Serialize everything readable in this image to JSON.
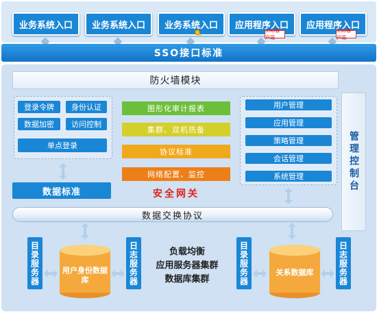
{
  "entries": [
    {
      "label": "业务系统入口"
    },
    {
      "label": "业务系统入口"
    },
    {
      "label": "业务系统入口"
    },
    {
      "label": "应用程序入口",
      "badge": "SSO客户端"
    },
    {
      "label": "应用程序入口",
      "badge": "SSO客户端"
    }
  ],
  "sso_bar": "SSO接口标准",
  "firewall": "防火墙模块",
  "management": "管理控制台",
  "auth": {
    "items": [
      "登录令牌",
      "身份认证",
      "数据加密",
      "访问控制"
    ],
    "single_login": "单点登录"
  },
  "gateway": {
    "items": [
      {
        "label": "图形化审计报表",
        "color": "#6cbf3a"
      },
      {
        "label": "集群、双机热备",
        "color": "#d5cf2a"
      },
      {
        "label": "协议标准",
        "color": "#f2a81d"
      },
      {
        "label": "网络配置、监控",
        "color": "#ec7f17"
      }
    ],
    "title": "安全网关"
  },
  "admin_items": [
    "用户管理",
    "应用管理",
    "策略管理",
    "会话管理",
    "系统管理"
  ],
  "data_standard": "数据标准",
  "protocol": "数据交换协议",
  "left_group": {
    "server1": "目录服务器",
    "database": "用户身份数据库",
    "server2": "日志服务器"
  },
  "center_text": [
    "负载均衡",
    "应用服务器集群",
    "数据库集群"
  ],
  "right_group": {
    "server1": "目录服务器",
    "database": "关系数据库",
    "server2": "日志服务器"
  },
  "colors": {
    "primary": "#1a86d6",
    "background": "#cfe1f3",
    "alert": "#e2231a"
  }
}
